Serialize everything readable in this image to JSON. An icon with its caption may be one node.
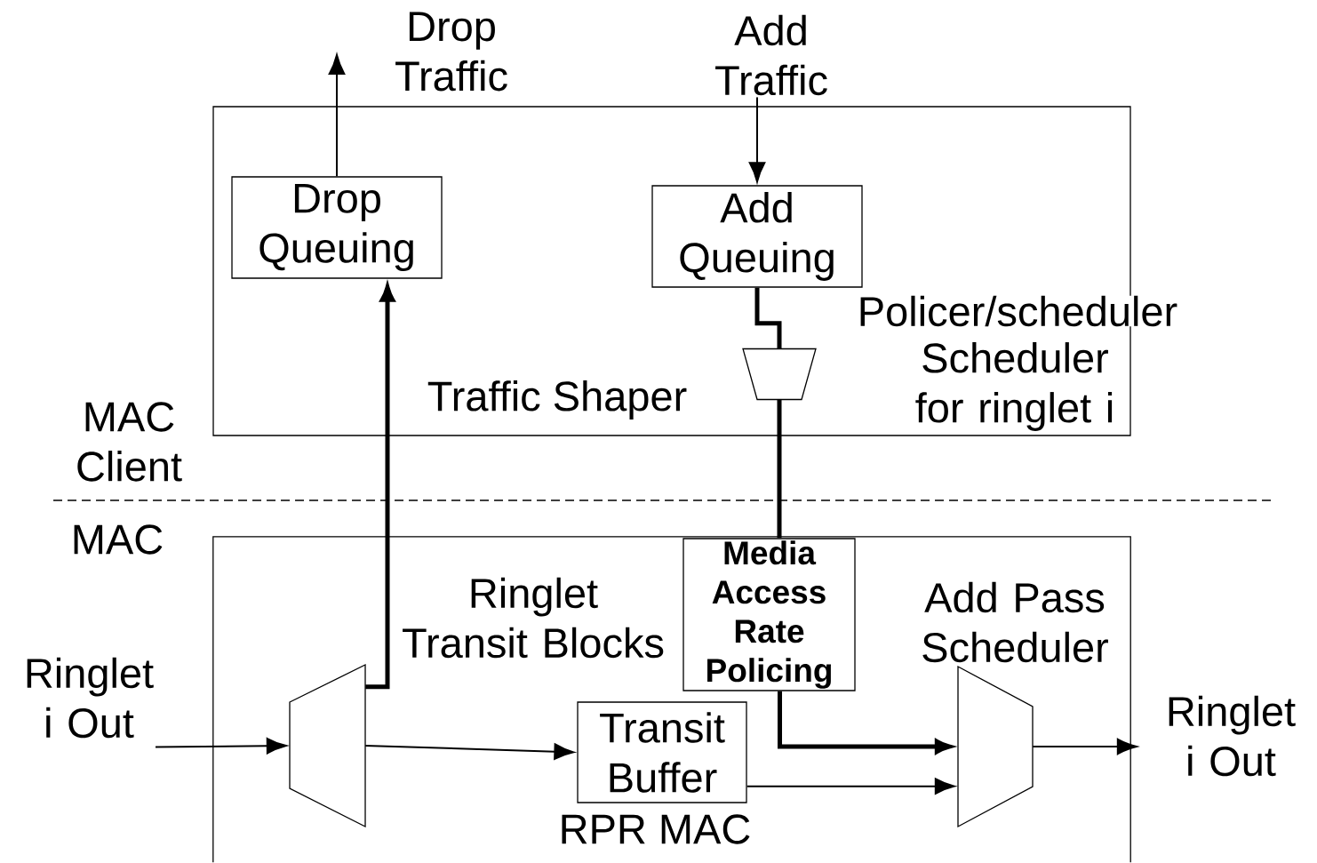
{
  "diagram": {
    "nodes": [
      {
        "text": [
          "Traffic Shaper"
        ]
      },
      {
        "text": [
          "Drop Queuing"
        ],
        "in": 0
      },
      {
        "text": [
          "Add Queuing"
        ],
        "in": 0
      },
      {
        "text": [],
        "shape": "trapezoid",
        "in": 0,
        "beside": [
          "Policer/scheduler",
          "Scheduler for ringlet i"
        ]
      },
      {
        "text": [
          "Drop Traffic"
        ]
      },
      {
        "text": [
          "Add Traffic"
        ]
      },
      {
        "text": [
          "RPR MAC"
        ]
      },
      {
        "text": [],
        "shape": "trapezoid",
        "in": 6
      },
      {
        "text": [
          "Media Access Rate Policing"
        ],
        "in": 6
      },
      {
        "text": [
          "Transit Buffer"
        ],
        "in": 6
      },
      {
        "text": [],
        "shape": "trapezoid",
        "in": 6,
        "beside": [
          "Add Pass Scheduler"
        ]
      },
      {
        "text": [
          "Ringlet i Out"
        ]
      },
      {
        "text": [
          "Ringlet i Out"
        ]
      }
    ],
    "edges": [
      {
        "from": 11,
        "to": 7,
        "arrow": "to"
      },
      {
        "from": 7,
        "to": 9,
        "arrow": "to"
      },
      {
        "from": 7,
        "to": 1,
        "arrow": "to",
        "style": "thick"
      },
      {
        "from": 1,
        "to": 4,
        "arrow": "to"
      },
      {
        "from": 5,
        "to": 2,
        "arrow": "to"
      },
      {
        "from": 2,
        "to": 3,
        "arrow": "none",
        "style": "thick"
      },
      {
        "from": 3,
        "to": 8,
        "arrow": "none",
        "style": "thick"
      },
      {
        "from": 8,
        "to": 10,
        "arrow": "to",
        "style": "thick"
      },
      {
        "from": 9,
        "to": 10,
        "arrow": "to"
      },
      {
        "from": 10,
        "to": 12,
        "arrow": "to"
      }
    ],
    "labels": [
      "MAC Client",
      "MAC",
      "Ringlet Transit Blocks"
    ]
  }
}
